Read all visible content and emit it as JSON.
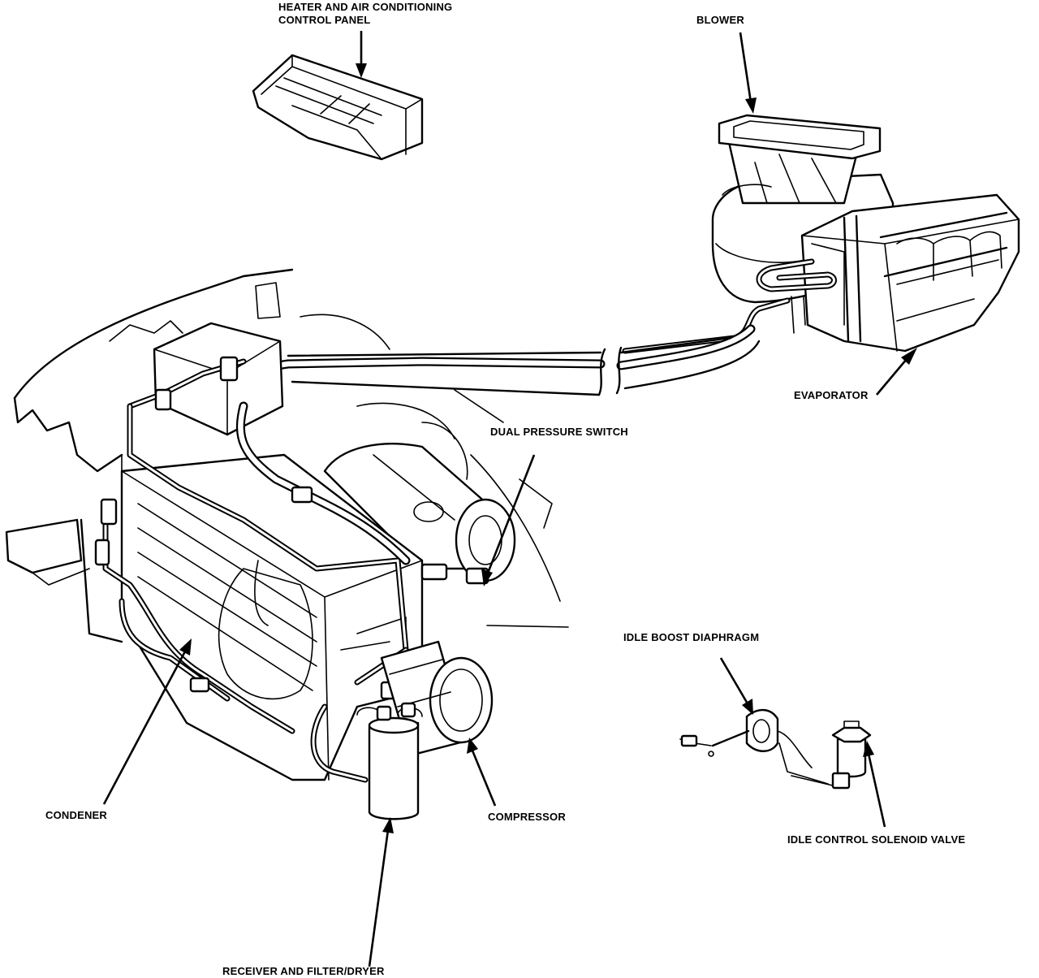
{
  "labels": {
    "control_panel_line1": "HEATER AND AIR CONDITIONING",
    "control_panel_line2": "CONTROL PANEL",
    "blower": "BLOWER",
    "evaporator": "EVAPORATOR",
    "dual_pressure_switch": "DUAL PRESSURE SWITCH",
    "idle_boost_diaphragm": "IDLE BOOST DIAPHRAGM",
    "condenser": "CONDENER",
    "compressor": "COMPRESSOR",
    "idle_control_solenoid_valve": "IDLE CONTROL SOLENOID VALVE",
    "receiver_filter_dryer": "RECEIVER AND FILTER/DRYER"
  },
  "colors": {
    "ink": "#000000",
    "paper": "#ffffff"
  }
}
